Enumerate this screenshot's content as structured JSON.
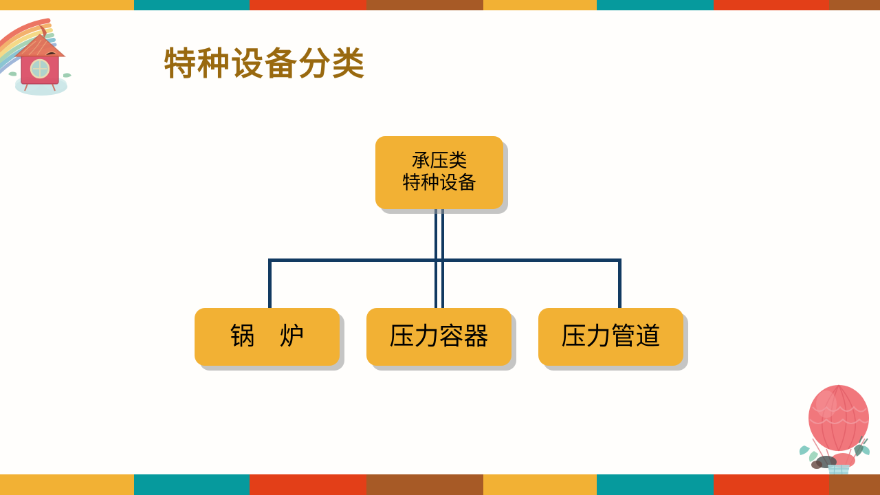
{
  "slide": {
    "title": "特种设备分类",
    "title_color": "#99690F",
    "background": "#FFFEFC"
  },
  "decor": {
    "top_bar": {
      "name": "top-color-bar",
      "segments": [
        {
          "color": "#F2B134",
          "width": 195
        },
        {
          "color": "#069A9D",
          "width": 168
        },
        {
          "color": "#E33F18",
          "width": 170
        },
        {
          "color": "#A75A26",
          "width": 170
        },
        {
          "color": "#F2B134",
          "width": 165
        },
        {
          "color": "#069A9D",
          "width": 170
        },
        {
          "color": "#E33F18",
          "width": 168
        },
        {
          "color": "#A75A26",
          "width": 74
        }
      ]
    },
    "bottom_bar": {
      "name": "bottom-color-bar",
      "segments": [
        {
          "color": "#F2B134",
          "width": 195
        },
        {
          "color": "#069A9D",
          "width": 168
        },
        {
          "color": "#E33F18",
          "width": 170
        },
        {
          "color": "#A75A26",
          "width": 170
        },
        {
          "color": "#F2B134",
          "width": 165
        },
        {
          "color": "#069A9D",
          "width": 170
        },
        {
          "color": "#E33F18",
          "width": 168
        },
        {
          "color": "#A75A26",
          "width": 74
        }
      ]
    },
    "house_art_label": "watercolor house on cloud with rainbow",
    "balloon_art_label": "watercolor red hot air balloon with animals"
  },
  "chart_data": {
    "type": "diagram",
    "diagram_kind": "org-chart",
    "title": "特种设备分类",
    "orientation": "top-down",
    "node_fill": "#F2B134",
    "connector_color": "#123A61",
    "root": {
      "id": "root",
      "line1": "承压类",
      "line2": "特种设备",
      "text": "承压类特种设备"
    },
    "children": [
      {
        "id": "boiler",
        "text": "锅　炉"
      },
      {
        "id": "vessel",
        "text": "压力容器"
      },
      {
        "id": "pipeline",
        "text": "压力管道"
      }
    ],
    "edges": [
      {
        "from": "root",
        "to": "boiler"
      },
      {
        "from": "root",
        "to": "vessel"
      },
      {
        "from": "root",
        "to": "pipeline"
      }
    ]
  }
}
